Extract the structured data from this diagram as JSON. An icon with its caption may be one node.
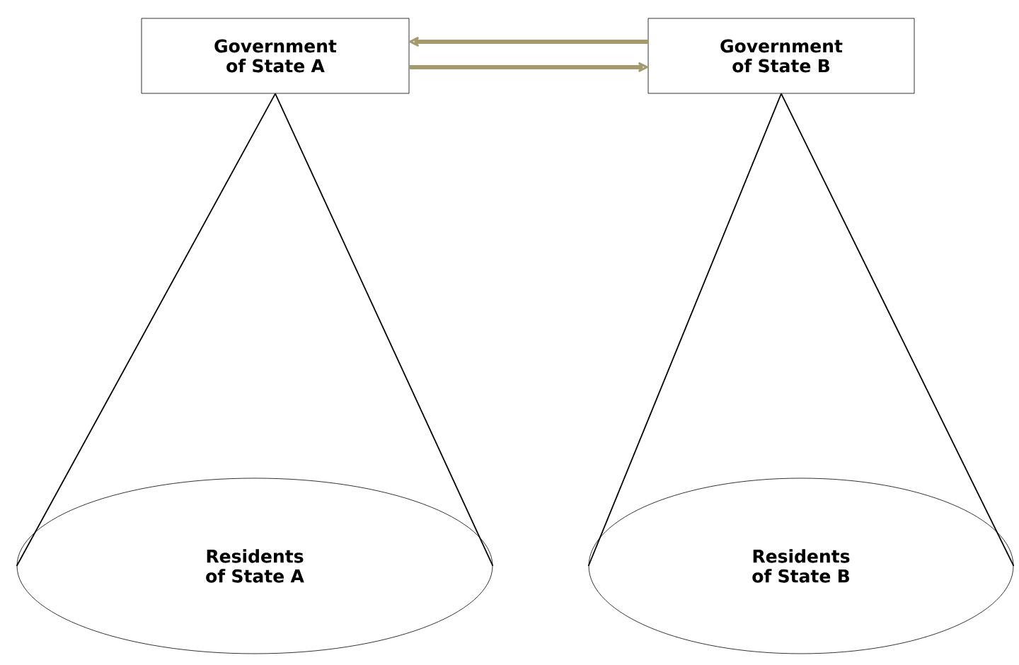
{
  "diagram": {
    "nodes": [
      {
        "text": [
          "Government of State A"
        ]
      },
      {
        "text": [
          "Government of State B"
        ]
      },
      {
        "text": [
          "Residents of State A"
        ]
      },
      {
        "text": [
          "Residents of State B"
        ]
      }
    ],
    "edges": [
      {
        "from": 0,
        "to": 1,
        "arrow": "to",
        "style": "thick",
        "color": "#a59a6e"
      },
      {
        "from": 1,
        "to": 0,
        "arrow": "to",
        "style": "thick",
        "color": "#a59a6e"
      },
      {
        "from": 0,
        "to": 2,
        "arrow": "none"
      },
      {
        "from": 0,
        "to": 2,
        "arrow": "none"
      },
      {
        "from": 1,
        "to": 3,
        "arrow": "none"
      },
      {
        "from": 1,
        "to": 3,
        "arrow": "none"
      }
    ]
  }
}
